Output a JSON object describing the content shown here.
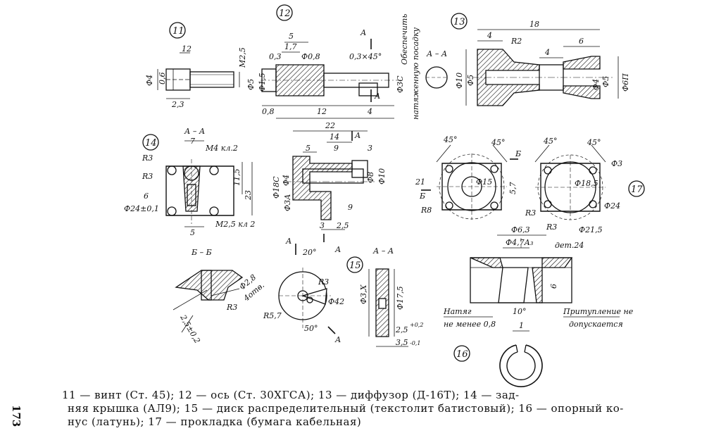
{
  "page_number": "173",
  "caption": {
    "line1": "11 — винт (Ст. 45); 12 — ось (Ст. 30ХГСА); 13 — диффузор (Д-16Т); 14 — зад-",
    "line2": "няя крышка (АЛ9); 15 — диск распределительный (текстолит батистовый); 16 — опорный ко-",
    "line3": "нус (латунь); 17 — прокладка (бумага кабельная)"
  },
  "part_numbers": [
    "11",
    "12",
    "13",
    "14",
    "15",
    "16",
    "17"
  ],
  "drawing_labels": {
    "d11_12": "12",
    "d11_phi4": "Ф4",
    "d11_06": "0,6",
    "d11_23": "2,3",
    "d11_m25": "М2,5",
    "d12_5": "5",
    "d12_03": "0,3",
    "d12_17": "1,7",
    "d12_phi08": "Ф0,8",
    "d12_phi5": "Ф5",
    "d12_phi15": "Ф1,5",
    "d12_08": "0,8",
    "d12_12": "12",
    "d12_4": "4",
    "d12_chamfer": "0,3×45°",
    "d12_phi3c": "Ф3С",
    "d12_note1": "Обеспечить",
    "d12_note2": "натяженную посадку",
    "sec_A": "А",
    "d13_18": "18",
    "d13_4": "4",
    "d13_r2": "R2",
    "d13_4b": "4",
    "d13_6": "6",
    "d13_aa": "А – А",
    "d13_phi10": "Ф10",
    "d13_phi5": "Ф5",
    "d13_phi4": "Ф4",
    "d13_phi5b": "Ф5",
    "d13_phi6": "Ф6П",
    "d14_aa": "А – А",
    "d14_7": "7",
    "d14_m4": "М4 кл.2",
    "d14_r3": "R3",
    "d14_r3b": "R3",
    "d14_6": "6",
    "d14_phi24": "Ф24±0,1",
    "d14_5": "5",
    "d14_m25": "М2,5 кл 2",
    "d14_115": "11,5",
    "d14_23": "23",
    "mid_22": "22",
    "mid_14": "14",
    "mid_5": "5",
    "mid_9": "9",
    "mid_3": "3",
    "mid_phi18": "Ф18С",
    "mid_phi3": "Ф3А",
    "mid_phi4": "Ф4",
    "mid_phi8": "Ф8",
    "mid_phi10": "Ф10",
    "mid_3b": "3",
    "mid_25": "2,5",
    "mid_9b": "9",
    "sec_B": "Б",
    "d16_45a": "45°",
    "d16_45b": "45°",
    "d16_21": "21",
    "d16_phi15": "Ф15",
    "d16_57": "5,7",
    "d16_r8": "R8",
    "d16_B": "Б",
    "d17_45a": "45°",
    "d17_45b": "45°",
    "d17_phi3": "Ф3",
    "d17_phi185": "Ф18,5",
    "d17_phi24": "Ф24",
    "d17_r3": "R3",
    "d17_r3b": "R3",
    "d17_phi215": "Ф21,5",
    "bb_title": "Б – Б",
    "bb_phi28": "Ф2,8",
    "bb_4otv": "4отв.",
    "bb_r3": "R3",
    "bb_25": "2,5±0,2",
    "d15_20": "20°",
    "d15_r3": "R3",
    "d15_phi42": "Ф42",
    "d15_r57": "R5,7",
    "d15_50": "50°",
    "d15_aa": "А – А",
    "d15_phi3": "Ф3,Х",
    "d15_phi175": "Ф17,5",
    "d15_25": "2,5",
    "d15_35": "3,5",
    "d15_tol1": "+0,2",
    "d15_tol2": "-0,1",
    "cone_phi63": "Ф6,3",
    "cone_phi47": "Ф4,7А₃",
    "cone_det": "дет.24",
    "cone_6": "6",
    "cone_natyag": "Натяг",
    "cone_notless": "не менее 0,8",
    "cone_10": "10°",
    "cone_note1": "Притупление не",
    "cone_note2": "допускается",
    "ring_1": "1"
  }
}
